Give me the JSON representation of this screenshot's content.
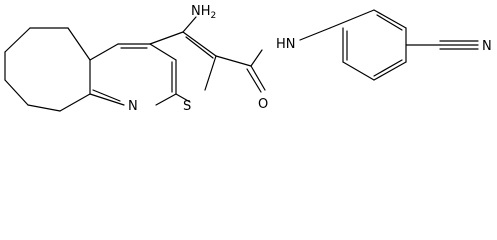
{
  "molecule": {
    "labels": {
      "amino": "NH",
      "amino_sub": "2",
      "amide_nh": "HN",
      "ring_n": "N",
      "thiophene_s": "S",
      "carbonyl_o": "O",
      "nitrile_n": "N"
    }
  }
}
